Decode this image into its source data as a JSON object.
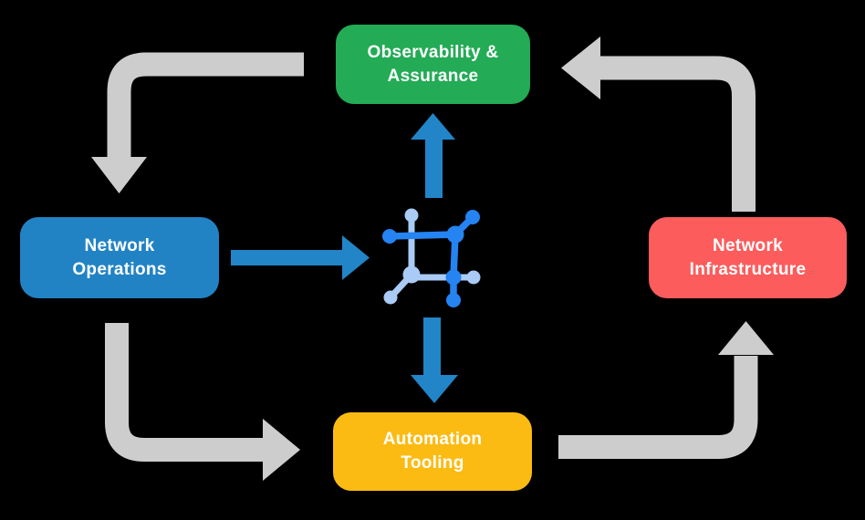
{
  "canvas": {
    "background": "#000000"
  },
  "palette": {
    "node_green": "#23ab55",
    "node_blue": "#2183c4",
    "node_red": "#fc5c5c",
    "node_yellow": "#fcbb12",
    "cycle_arrow_gray": "#cdcdcd",
    "flow_arrow_blue": "#2185c8",
    "icon_dark_blue": "#2583f2",
    "icon_light_blue": "#a9cbf5",
    "label_text": "#ffffff"
  },
  "nodes": {
    "observability": {
      "line1": "Observability &",
      "line2": "Assurance",
      "color": "#23ab55"
    },
    "operations": {
      "line1": "Network",
      "line2": "Operations",
      "color": "#2183c4"
    },
    "infrastructure": {
      "line1": "Network",
      "line2": "Infrastructure",
      "color": "#fc5c5c"
    },
    "tooling": {
      "line1": "Automation",
      "line2": "Tooling",
      "color": "#fcbb12"
    }
  },
  "edges": {
    "cycle": [
      {
        "from": "Observability & Assurance",
        "to": "Network Operations"
      },
      {
        "from": "Network Operations",
        "to": "Automation Tooling"
      },
      {
        "from": "Automation Tooling",
        "to": "Network Infrastructure"
      },
      {
        "from": "Network Infrastructure",
        "to": "Observability & Assurance"
      }
    ],
    "flows": [
      {
        "from": "Network Operations",
        "to": "core-icon"
      },
      {
        "from": "core-icon",
        "to": "Observability & Assurance"
      },
      {
        "from": "core-icon",
        "to": "Automation Tooling"
      }
    ]
  }
}
